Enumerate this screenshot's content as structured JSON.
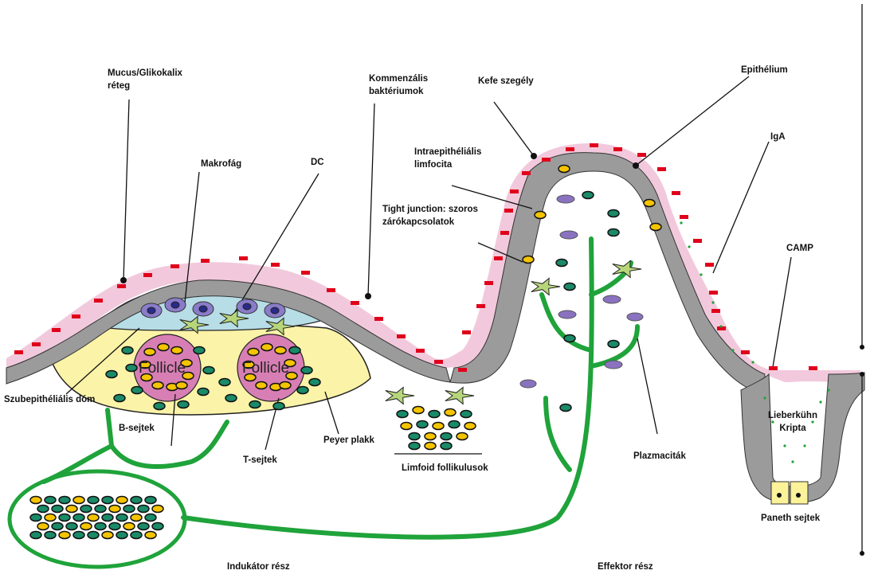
{
  "labels": {
    "mucus": "Mucus/Glikokalix\nréteg",
    "bacteria": "Kommenzális\nbaktériumok",
    "brush": "Kefe szegély",
    "epithelium": "Epithélium",
    "iel": "Intraepithéliális\nlimfocita",
    "iga": "IgA",
    "tight": "Tight junction: szoros\nzárókapcsolatok",
    "macro": "Makrofág",
    "dc": "DC",
    "camp": "CAMP",
    "dome": "Szubepithéliális dóm",
    "bcells": "B-sejtek",
    "tcells": "T-sejtek",
    "peyer": "Peyer plakk",
    "lymphoid": "Limfoid follikulusok",
    "plasma": "Plazmaciták",
    "crypt": "Lieberkühn\nKripta",
    "paneth": "Paneth sejtek",
    "inductor": "Indukátor rész",
    "effector": "Effektor rész",
    "follicle1": "Follicle",
    "follicle2": "Follicle"
  },
  "colors": {
    "epithelium": "#9b9b9b",
    "mucus": "#f2c9dc",
    "dome": "#b7dde6",
    "peyer": "#fbf3a8",
    "follicle": "#d77fb4",
    "lymph": "#1fa33a",
    "bcell": "#f5c400",
    "tcell": "#1a8a68",
    "bacteria": "#e0001b",
    "dc": "#b7d67a",
    "macrophage": "#8a7cc9",
    "plasma": "#8a72c0",
    "paneth": "#fbf29a"
  }
}
